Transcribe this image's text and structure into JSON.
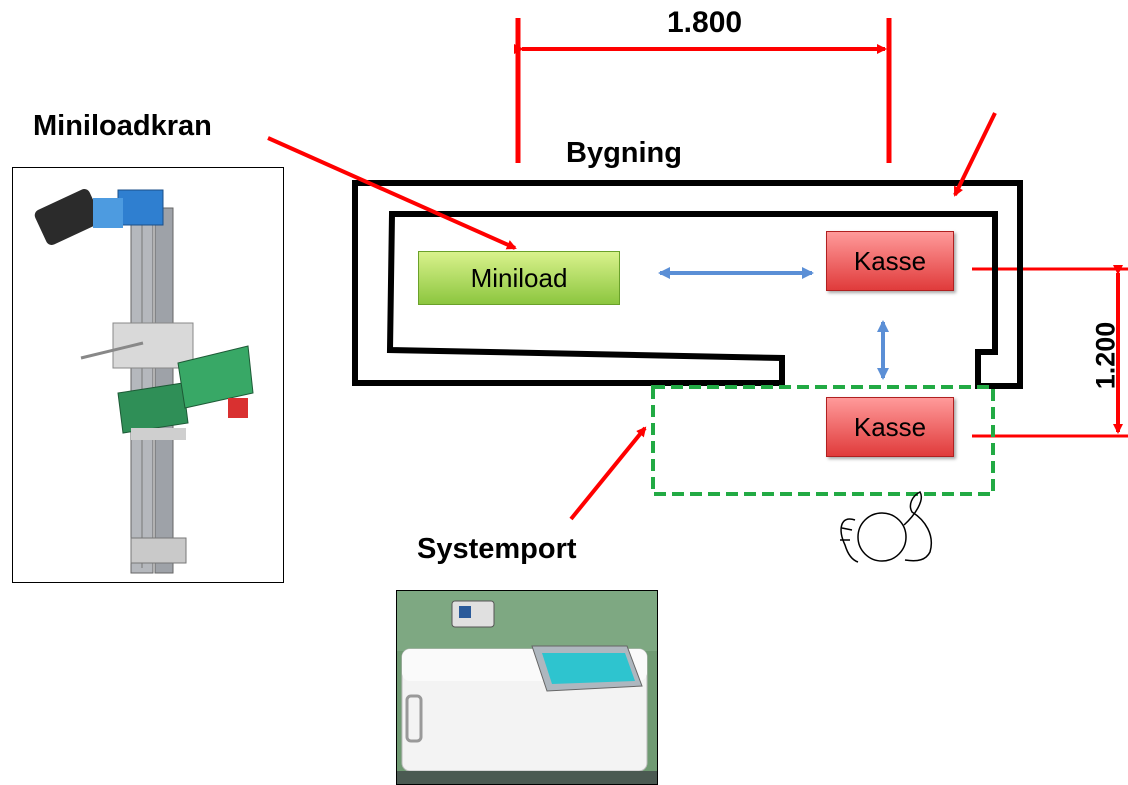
{
  "labels": {
    "dim_horizontal": "1.800",
    "dim_vertical": "1.200",
    "building": "Bygning",
    "crane": "Miniloadkran",
    "system_port": "Systemport"
  },
  "boxes": {
    "miniload": "Miniload",
    "kasse_top": "Kasse",
    "kasse_bottom": "Kasse"
  },
  "colors": {
    "dimension_arrow": "#ff0000",
    "flow_arrow": "#5b8fd6",
    "building_outline": "#000000",
    "system_port_outline": "#22aa44",
    "miniload_fill": "#a6d74f",
    "kasse_fill": "#f05050"
  },
  "icons": {
    "operator": "operator-icon",
    "crane_photo": "miniload-crane-photo",
    "port_photo": "system-port-photo"
  }
}
